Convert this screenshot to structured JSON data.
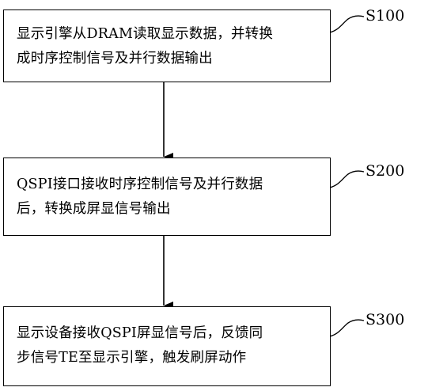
{
  "steps": [
    {
      "label": "S100",
      "lines": [
        "显示引擎从DRAM读取显示数据，并转换",
        "成时序控制信号及并行数据输出"
      ]
    },
    {
      "label": "S200",
      "lines": [
        "QSPI接口接收时序控制信号及并行数据",
        "后，转换成屏显信号输出"
      ]
    },
    {
      "label": "S300",
      "lines": [
        "显示设备接收QSPI屏显信号后，反馈同",
        "步信号TE至显示引擎，触发刷屏动作"
      ]
    }
  ],
  "colors": {
    "line": "#000000",
    "background": "#ffffff"
  }
}
